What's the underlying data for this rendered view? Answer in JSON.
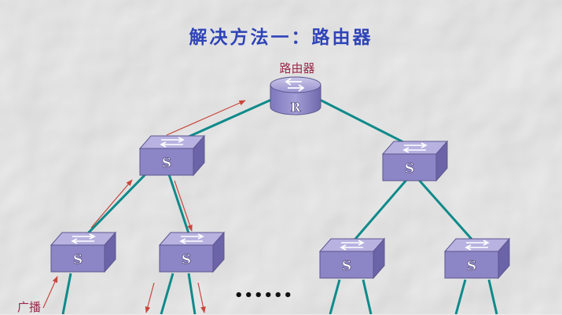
{
  "slide": {
    "title": "解决方法一：路由器",
    "router_label": "路由器",
    "broadcast_label": "广播",
    "ellipsis": "••••••"
  },
  "icons": {
    "router": {
      "name": "router-icon",
      "glyph": "R"
    },
    "switch": {
      "name": "switch-icon",
      "glyph": "S"
    }
  },
  "colors": {
    "link": "#0e8a8a",
    "arrow": "#c8463c",
    "device_face": "#8c86c6",
    "title": "#2f44b8",
    "label": "#9a2a4a"
  }
}
